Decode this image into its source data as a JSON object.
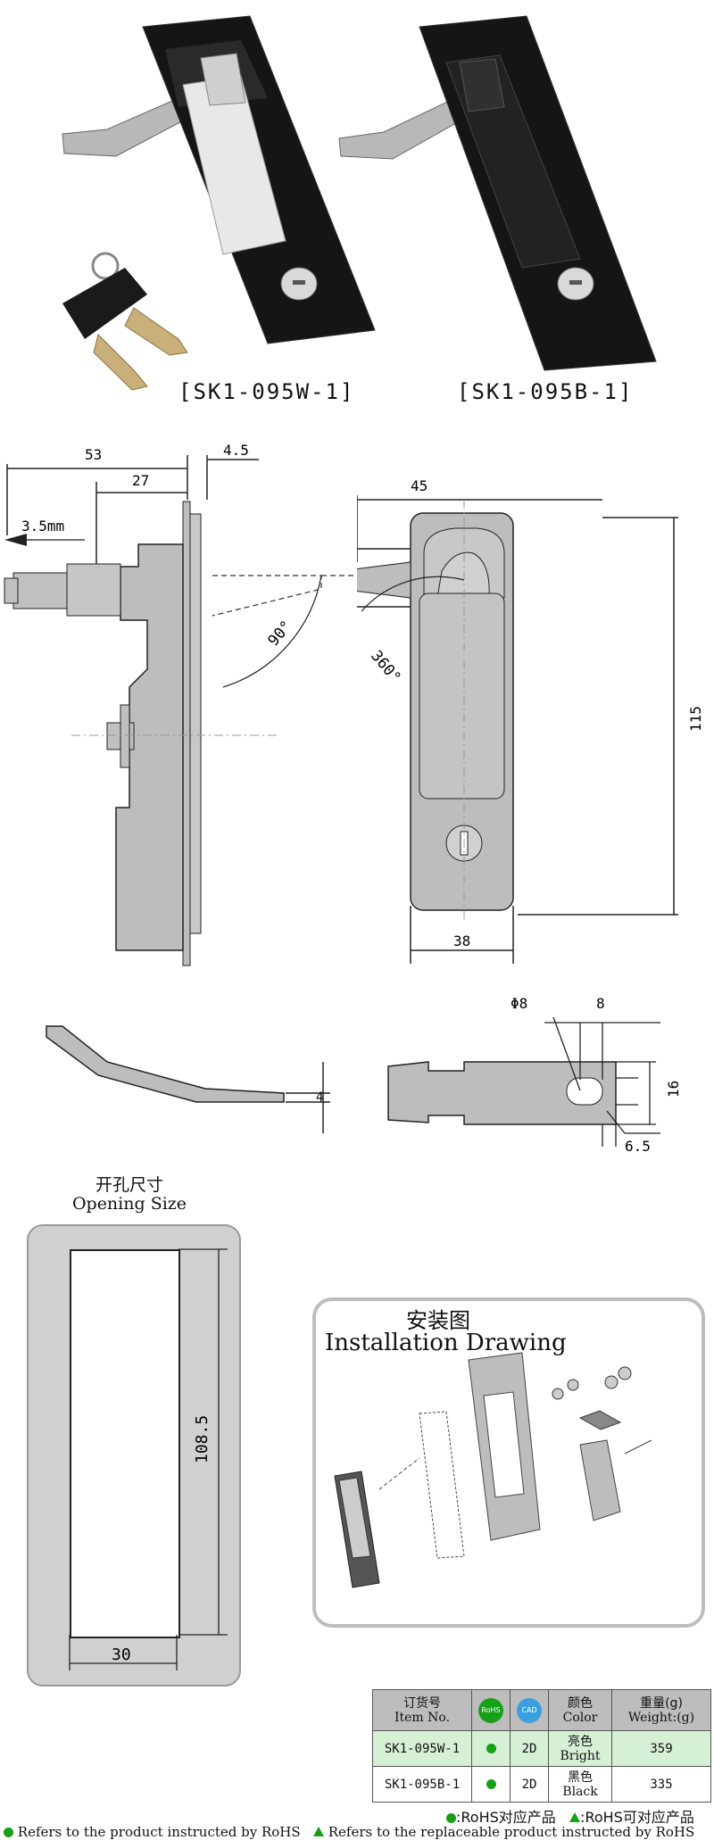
{
  "products": {
    "white_label": "[SK1-095W-1]",
    "black_label": "[SK1-095B-1]"
  },
  "dimensions": {
    "d53": "53",
    "d27": "27",
    "d4_5": "4.5",
    "d3_5": "3.5mm",
    "d90": "90°",
    "d45": "45",
    "d16a": "16",
    "d360": "360°",
    "d115": "115",
    "d38": "38",
    "phi8": "Φ8",
    "d8": "8",
    "d16b": "16",
    "d4": "4",
    "d6_5": "6.5"
  },
  "opening": {
    "title_cn": "开孔尺寸",
    "title_en": "Opening Size",
    "height": "108.5",
    "width": "30"
  },
  "installation": {
    "title_cn": "安装图",
    "title_en": "Installation Drawing"
  },
  "table": {
    "headers": {
      "item_cn": "订货号",
      "item_en": "Item No.",
      "rohs_icon": "RoHS",
      "cad_icon": "CAD",
      "color_cn": "颜色",
      "color_en": "Color",
      "weight_cn": "重量(g)",
      "weight_en": "Weight:(g)"
    },
    "rows": [
      {
        "item": "SK1-095W-1",
        "cad": "2D",
        "color_cn": "亮色",
        "color_en": "Bright",
        "weight": "359"
      },
      {
        "item": "SK1-095B-1",
        "cad": "2D",
        "color_cn": "黑色",
        "color_en": "Black",
        "weight": "335"
      }
    ]
  },
  "legend": {
    "rohs_cn": ":RoHS对应产品",
    "rohs_alt_cn": ":RoHS可对应产品",
    "rohs_en": "Refers to the product instructed by RoHS",
    "rohs_alt_en": "Refers to the replaceable product instructed by RoHS"
  },
  "colors": {
    "rohs_green": "#16a016",
    "row_highlight": "#d6f0d6",
    "header_gray": "#bdbdbd",
    "part_gray": "#bdbdbd",
    "dim_red": "#e03030"
  }
}
